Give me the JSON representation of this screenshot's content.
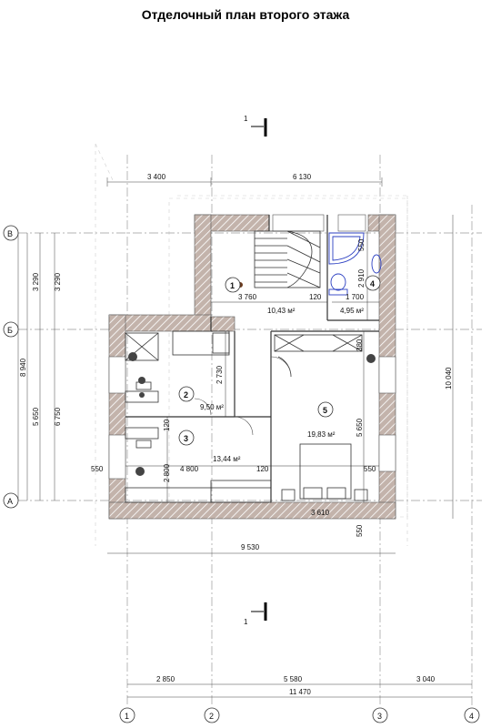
{
  "title": "Отделочный план второго этажа",
  "section_mark": "1",
  "axes": {
    "rows": [
      "В",
      "Б",
      "А"
    ],
    "cols": [
      "1",
      "2",
      "3",
      "4"
    ]
  },
  "dims": {
    "top_1": "3 400",
    "top_2": "6 130",
    "left_inner_1": "3 290",
    "left_inner_2": "3 290",
    "left_total_1": "8 940",
    "left_total_2": "5 650",
    "left_total_3": "6 750",
    "right_total": "10 040",
    "bottom_width": "9 530",
    "bottom_axis_1": "2 850",
    "bottom_axis_2": "5 580",
    "bottom_axis_3": "3 040",
    "bottom_axis_total": "11 470",
    "room1_w": "3 760",
    "room1_gap": "120",
    "room4_w": "1 700",
    "room4_h": "2 910",
    "room4_top": "550",
    "room2_h": "2 730",
    "room2_gap": "120",
    "room3_h": "2 800",
    "room3_w": "4 800",
    "room3_gap": "120",
    "left_out": "550",
    "right_out": "550",
    "room5_h": "5 650",
    "room5_gap": "380",
    "bottom_inner": "3 610",
    "bottom_out": "550"
  },
  "rooms": [
    {
      "num": "1",
      "area": "10,43 м²"
    },
    {
      "num": "2",
      "area": "9,50 м²"
    },
    {
      "num": "3",
      "area": "13,44 м²"
    },
    {
      "num": "4",
      "area": "4,95 м²"
    },
    {
      "num": "5",
      "area": "19,83 м²"
    }
  ],
  "colors": {
    "wall": "#b9a9a2",
    "line": "#222222",
    "dash": "#999999",
    "fixture": "#2b3fc2"
  }
}
